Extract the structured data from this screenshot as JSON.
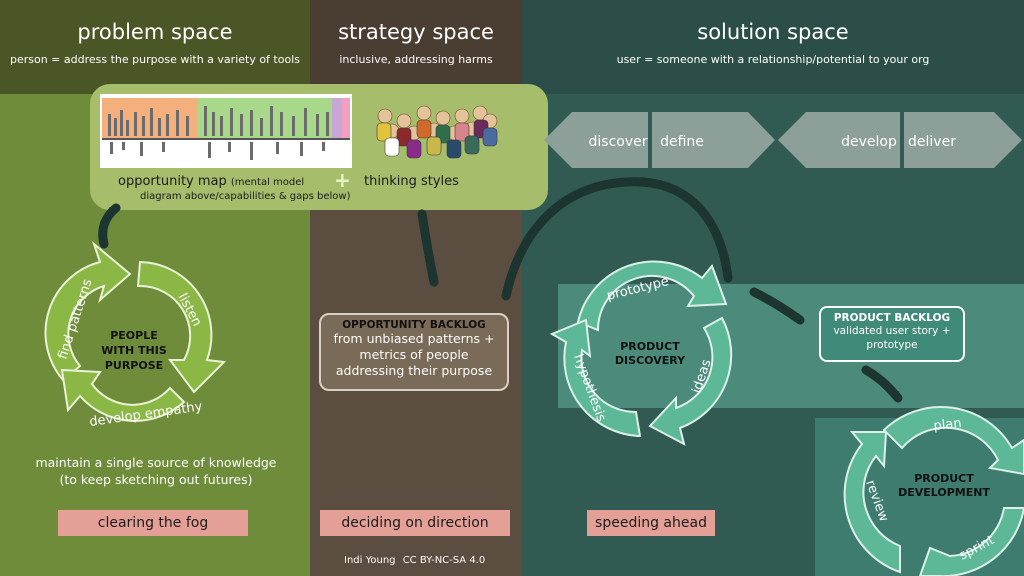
{
  "columns": {
    "problem": {
      "title": "problem space",
      "subtitle": "person = address the purpose with a variety of tools"
    },
    "strategy": {
      "title": "strategy space",
      "subtitle": "inclusive, addressing harms"
    },
    "solution": {
      "title": "solution space",
      "subtitle": "user = someone with a relationship/potential to your org"
    }
  },
  "opportunity_panel": {
    "map_label_1": "opportunity map",
    "map_label_2": "(mental model",
    "map_label_3": "diagram above/capabilities & gaps below)",
    "plus": "+",
    "thinking_styles": "thinking styles"
  },
  "diamond": {
    "discover": "discover",
    "define": "define",
    "develop": "develop",
    "deliver": "deliver"
  },
  "people_cycle": {
    "center": [
      "PEOPLE",
      "WITH THIS",
      "PURPOSE"
    ],
    "arcs": [
      "find patterns",
      "listen",
      "develop empathy"
    ]
  },
  "knowledge_note": [
    "maintain a single source of knowledge",
    "(to keep sketching out futures)"
  ],
  "opportunity_backlog": {
    "title": "OPPORTUNITY BACKLOG",
    "lines": [
      "from unbiased patterns +",
      "metrics of people",
      "addressing their purpose"
    ]
  },
  "discovery_cycle": {
    "center": [
      "PRODUCT",
      "DISCOVERY"
    ],
    "arcs": [
      "prototype",
      "ideas",
      "hypothesis"
    ]
  },
  "product_backlog": {
    "title": "PRODUCT BACKLOG",
    "lines": [
      "validated user story +",
      "prototype"
    ]
  },
  "development_cycle": {
    "center": [
      "PRODUCT",
      "DEVELOPMENT"
    ],
    "arcs": [
      "plan",
      "sprint",
      "review"
    ]
  },
  "phase_labels": {
    "problem": "clearing the fog",
    "strategy": "deciding on direction",
    "solution": "speeding ahead"
  },
  "credit": {
    "author": "Indi Young",
    "license": "CC BY-NC-SA  4.0"
  },
  "colors": {
    "problem_bg": "#6f8c3a",
    "strategy_bg": "#5b4d3f",
    "solution_bg": "#315a53",
    "green_arrow": "#8bb845",
    "teal_arrow": "#5cb896",
    "label_pink": "#e4a096",
    "dark_arrow": "#1d3530"
  }
}
